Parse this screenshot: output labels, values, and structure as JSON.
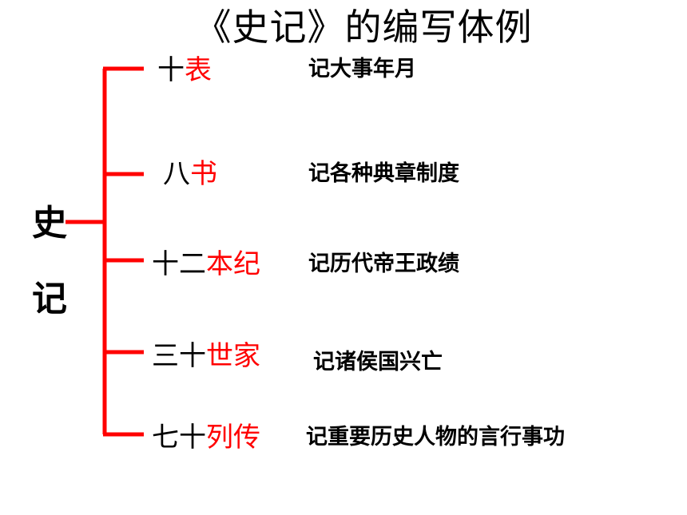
{
  "title": "《史记》的编写体例",
  "root": {
    "char1": "史",
    "char2": "记"
  },
  "colors": {
    "bracket": "#ff0000",
    "highlight": "#ff0000",
    "text": "#000000"
  },
  "branches": [
    {
      "prefix": "十",
      "highlight": "表",
      "description": "记大事年月"
    },
    {
      "prefix": "八",
      "highlight": "书",
      "description": "记各种典章制度"
    },
    {
      "prefix": "十二",
      "highlight": "本纪",
      "description": "记历代帝王政绩"
    },
    {
      "prefix": "三十",
      "highlight": "世家",
      "description": "记诸侯国兴亡"
    },
    {
      "prefix": "七十",
      "highlight": "列传",
      "description": "记重要历史人物的言行事功"
    }
  ]
}
